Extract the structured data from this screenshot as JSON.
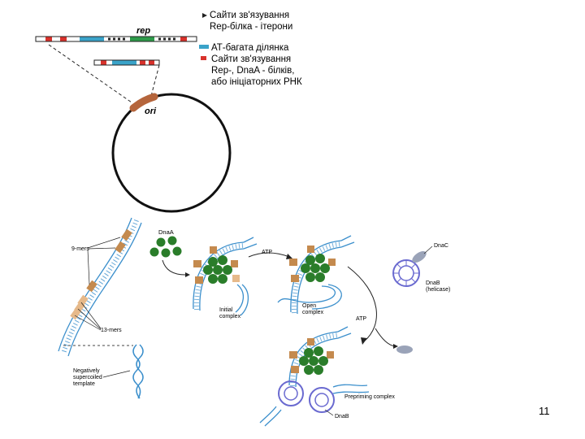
{
  "plasmid": {
    "gene_label": "rep",
    "ori_label": "ori"
  },
  "legend": {
    "iterons_line1": "Сайти зв'язування",
    "iterons_line2": "Rep-білка - ітерони",
    "at_rich": "АТ-багата ділянка",
    "binding_line1": "Сайти зв'язування",
    "binding_line2": "Rep-, DnaA - білків,",
    "binding_line3": "або ініціаторних РНК"
  },
  "replication": {
    "nine_mers": "9-mers",
    "thirteen_mers": "13-mers",
    "dnaA": "DnaA",
    "neg_line1": "Negatively",
    "neg_line2": "supercoiled",
    "neg_line3": "template",
    "atp1": "ATP",
    "atp2": "ATP",
    "initial_line1": "Initial",
    "initial_line2": "complex",
    "open_line1": "Open",
    "open_line2": "complex",
    "dnaC": "DnaC",
    "dnaB_line1": "DnaB",
    "dnaB_line2": "(helicase)",
    "prepriming": "Prepriming complex",
    "primase": "DnaB"
  },
  "colors": {
    "at_rich": "#3aa3c9",
    "binding_site": "#d8322c",
    "rep_gene": "#2e9b4a",
    "ori": "#b5653c",
    "dna_strand": "#3b8fcc",
    "dnaA_protein": "#2a7d2a",
    "tan_site": "#c48a4e"
  },
  "page_number": "11"
}
